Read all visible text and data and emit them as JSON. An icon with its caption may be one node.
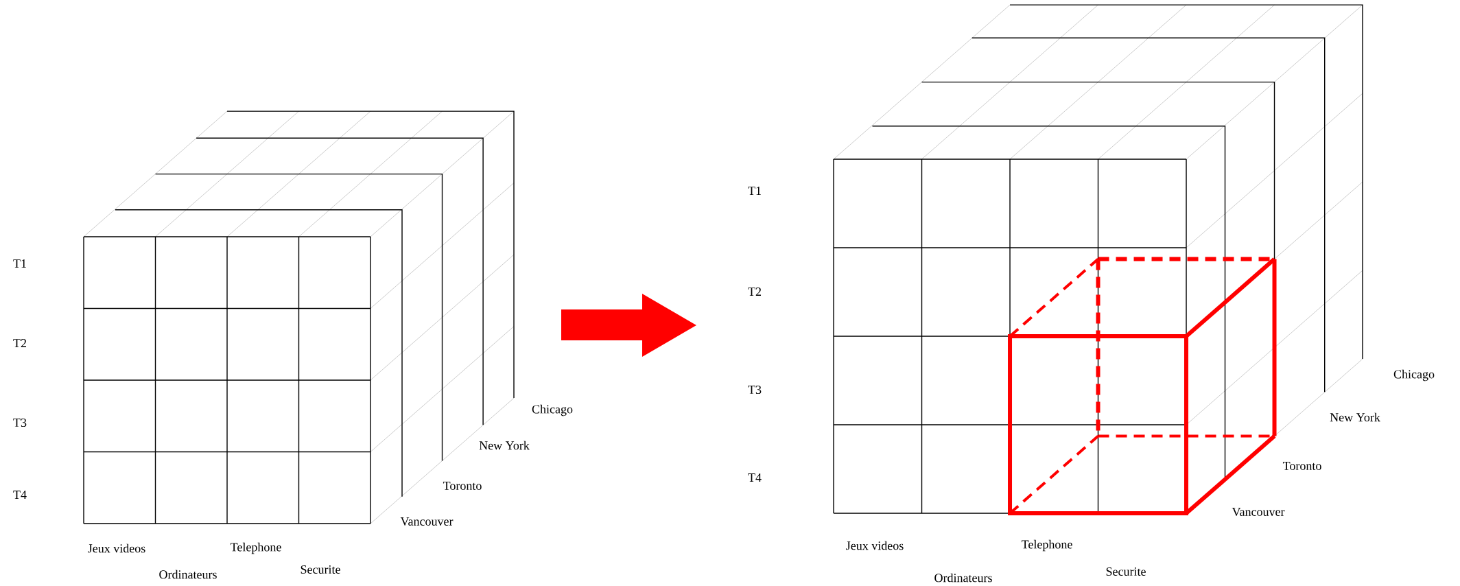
{
  "diagram": {
    "labels": [
      "T1",
      "T2",
      "T3",
      "T4",
      "Jeux videos",
      "Ordinateurs",
      "Telephone",
      "Securite",
      "Vancouver",
      "Toronto",
      "New York",
      "Chicago",
      "T1",
      "T2",
      "T3",
      "T4",
      "Jeux videos",
      "Ordinateurs",
      "Telephone",
      "Securite",
      "Vancouver",
      "Toronto",
      "New York",
      "Chicago"
    ]
  }
}
